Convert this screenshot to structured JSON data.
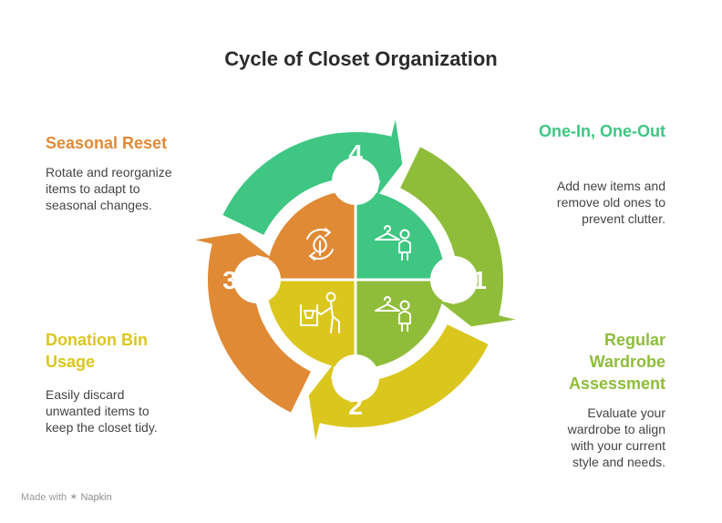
{
  "title": "Cycle of Closet Organization",
  "steps": [
    {
      "number": "1",
      "heading": "One-In, One-Out",
      "description": "Add new items and remove old ones to prevent clutter.",
      "color": "#3ec682"
    },
    {
      "number": "2",
      "heading": "Regular Wardrobe Assessment",
      "description": "Evaluate your wardrobe to align with your current style and needs.",
      "color": "#8fbd3a"
    },
    {
      "number": "3",
      "heading": "Donation Bin Usage",
      "description": "Easily discard unwanted items to keep the closet tidy.",
      "color": "#dbc61d"
    },
    {
      "number": "4",
      "heading": "Seasonal Reset",
      "description": "Rotate and reorganize items to adapt to seasonal changes.",
      "color": "#e08a36"
    }
  ],
  "icons": [
    "hanger-person-icon",
    "hanger-person-icon",
    "donation-bin-icon",
    "seasonal-cycle-icon"
  ],
  "footer": {
    "prefix": "Made with",
    "brand": "Napkin"
  }
}
